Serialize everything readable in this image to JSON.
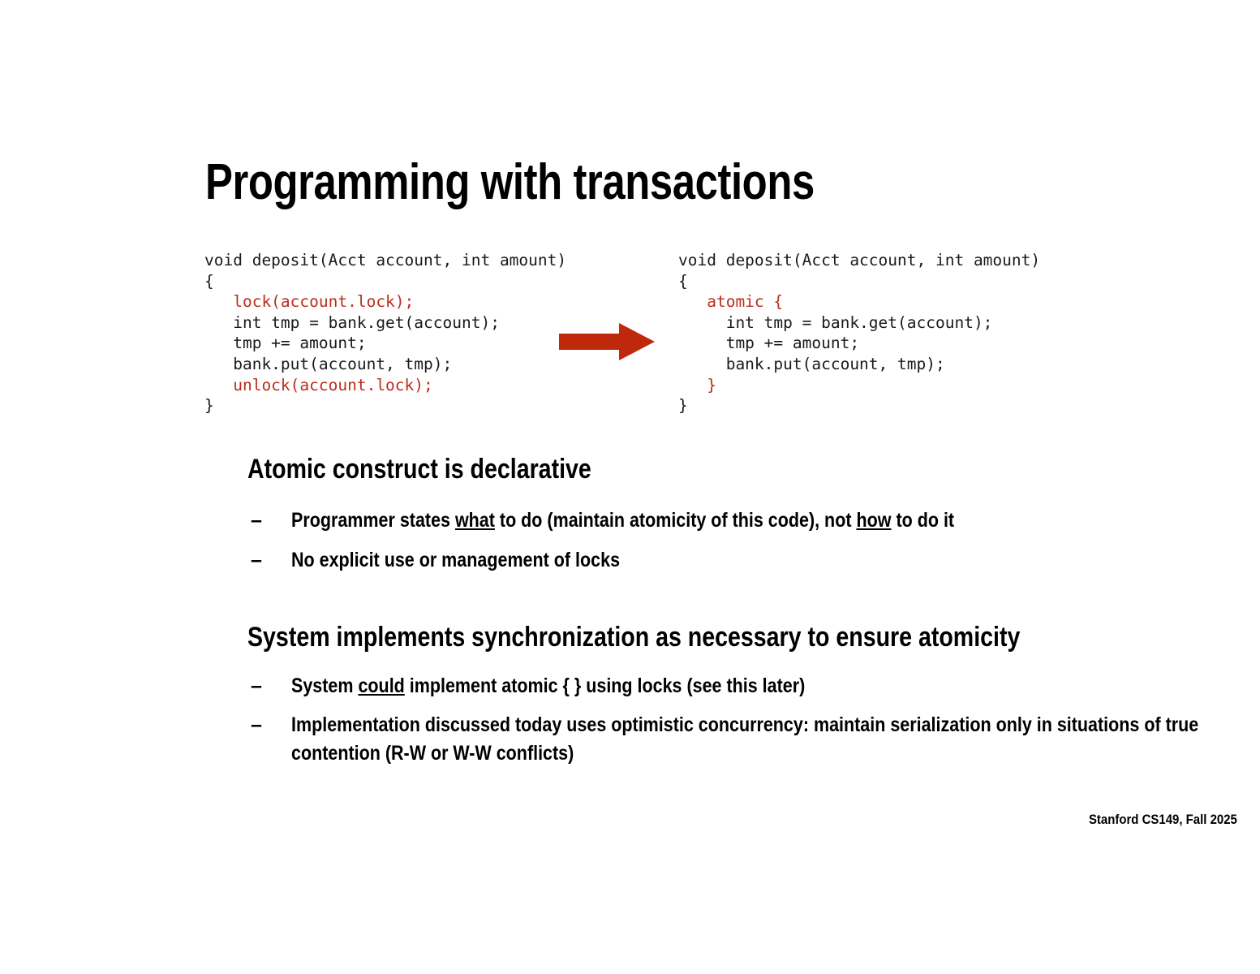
{
  "slide": {
    "title": "Programming with transactions",
    "footer": "Stanford CS149, Fall 2025",
    "accent_red": "#bb2d1c",
    "arrow_red": "#c0280b",
    "background": "#ffffff"
  },
  "code_left": {
    "name": "lock-based-deposit",
    "lines": [
      {
        "text": "void deposit(Acct account, int amount)",
        "color": "black"
      },
      {
        "text": "{",
        "color": "black"
      },
      {
        "text": "   lock(account.lock);",
        "color": "red"
      },
      {
        "text": "   int tmp = bank.get(account);",
        "color": "black"
      },
      {
        "text": "   tmp += amount;",
        "color": "black"
      },
      {
        "text": "   bank.put(account, tmp);",
        "color": "black"
      },
      {
        "text": "   unlock(account.lock);",
        "color": "red"
      },
      {
        "text": "}",
        "color": "black"
      }
    ]
  },
  "code_right": {
    "name": "atomic-deposit",
    "lines": [
      {
        "text": "void deposit(Acct account, int amount)",
        "color": "black"
      },
      {
        "text": "{",
        "color": "black"
      },
      {
        "text": "   atomic {",
        "color": "red"
      },
      {
        "text": "     int tmp = bank.get(account);",
        "color": "black"
      },
      {
        "text": "     tmp += amount;",
        "color": "black"
      },
      {
        "text": "     bank.put(account, tmp);",
        "color": "black"
      },
      {
        "text": "   }",
        "color": "red"
      },
      {
        "text": "}",
        "color": "black"
      }
    ]
  },
  "arrow": {
    "icon": "right-arrow-icon",
    "direction": "right"
  },
  "sections": [
    {
      "heading": "Atomic construct is declarative",
      "bullets": [
        {
          "dash": "–",
          "segments": [
            {
              "text": "Programmer states ",
              "underline": false
            },
            {
              "text": "what",
              "underline": true
            },
            {
              "text": " to do (maintain atomicity of this code), not ",
              "underline": false
            },
            {
              "text": "how",
              "underline": true
            },
            {
              "text": " to do it",
              "underline": false
            }
          ],
          "plain": "Programmer states what to do (maintain atomicity of this code), not how to do it"
        },
        {
          "dash": "–",
          "segments": [
            {
              "text": "No explicit use or management of locks",
              "underline": false
            }
          ],
          "plain": "No explicit use or management of locks"
        }
      ]
    },
    {
      "heading": "System implements synchronization as necessary to ensure atomicity",
      "bullets": [
        {
          "dash": "–",
          "segments": [
            {
              "text": "System ",
              "underline": false
            },
            {
              "text": "could",
              "underline": true
            },
            {
              "text": " implement atomic { } using locks (see this later)",
              "underline": false
            }
          ],
          "plain": "System could implement atomic { } using locks (see this later)"
        },
        {
          "dash": "–",
          "segments": [
            {
              "text": "Implementation discussed today uses optimistic concurrency: maintain serialization only in situations of true contention (R-W or W-W conflicts)",
              "underline": false
            }
          ],
          "plain": "Implementation discussed today uses optimistic concurrency: maintain serialization only in situations of true contention (R-W or W-W conflicts)"
        }
      ]
    }
  ]
}
